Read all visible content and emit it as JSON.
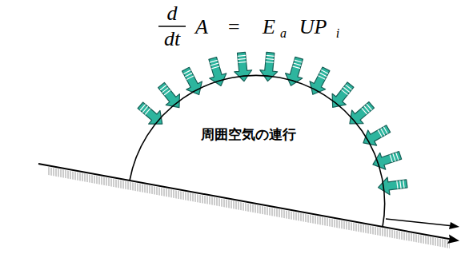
{
  "diagram": {
    "nodes": [
      {
        "text": [
          "周囲空気の連行"
        ]
      }
    ],
    "labels": [
      "d",
      "dt",
      "A",
      "=",
      "E",
      "a",
      "UP",
      "i"
    ]
  }
}
